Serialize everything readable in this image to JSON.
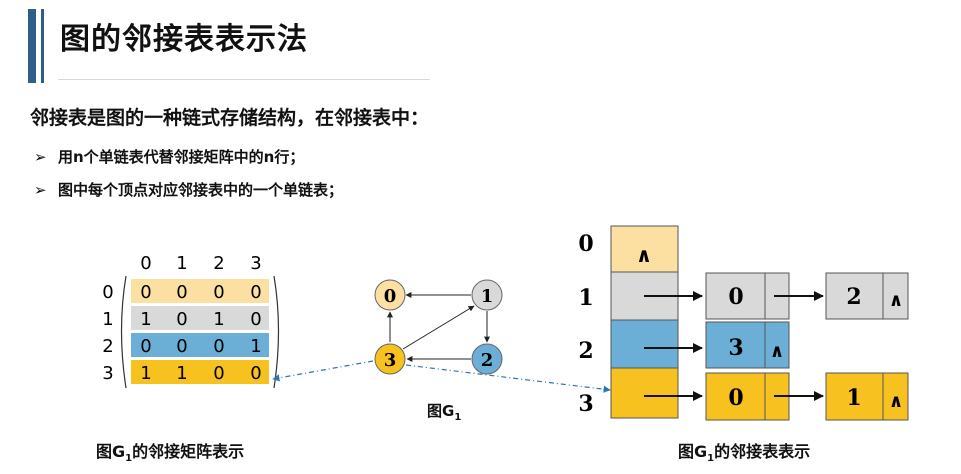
{
  "slide": {
    "title": "图的邻接表表示法",
    "intro": "邻接表是图的一种链式存储结构，在邻接表中：",
    "bullets": [
      {
        "marker": "➢",
        "text": "用n个单链表代替邻接矩阵中的n行；"
      },
      {
        "marker": "➢",
        "text": "图中每个顶点对应邻接表中的一个单链表；"
      }
    ]
  },
  "matrix": {
    "col_headers": [
      "0",
      "1",
      "2",
      "3"
    ],
    "row_headers": [
      "0",
      "1",
      "2",
      "3"
    ],
    "rows": [
      [
        "0",
        "0",
        "0",
        "0"
      ],
      [
        "1",
        "0",
        "1",
        "0"
      ],
      [
        "0",
        "0",
        "0",
        "1"
      ],
      [
        "1",
        "1",
        "0",
        "0"
      ]
    ],
    "row_colors": [
      "#fbe0a2",
      "#d9d9d9",
      "#6baed6",
      "#f7c11f"
    ],
    "caption": "图G",
    "caption_sub": "1",
    "caption_tail": "的邻接矩阵表示"
  },
  "graph": {
    "vertices": [
      {
        "label": "0",
        "color": "#fbe0a2"
      },
      {
        "label": "1",
        "color": "#d9d9d9"
      },
      {
        "label": "2",
        "color": "#6baed6"
      },
      {
        "label": "3",
        "color": "#f7c11f"
      }
    ],
    "edges": [
      [
        "1",
        "0"
      ],
      [
        "1",
        "2"
      ],
      [
        "3",
        "0"
      ],
      [
        "3",
        "1"
      ],
      [
        "2",
        "3"
      ]
    ],
    "caption": "图G",
    "caption_sub": "1"
  },
  "adjacency_list": {
    "vertex_labels": [
      "0",
      "1",
      "2",
      "3"
    ],
    "head_colors": [
      "#fbe0a2",
      "#d9d9d9",
      "#6baed6",
      "#f7c11f"
    ],
    "null_symbol": "∧",
    "lists": [
      [],
      [
        "0",
        "2"
      ],
      [
        "3"
      ],
      [
        "0",
        "1"
      ]
    ],
    "caption": "图G",
    "caption_sub": "1",
    "caption_tail": "的邻接表表示"
  }
}
